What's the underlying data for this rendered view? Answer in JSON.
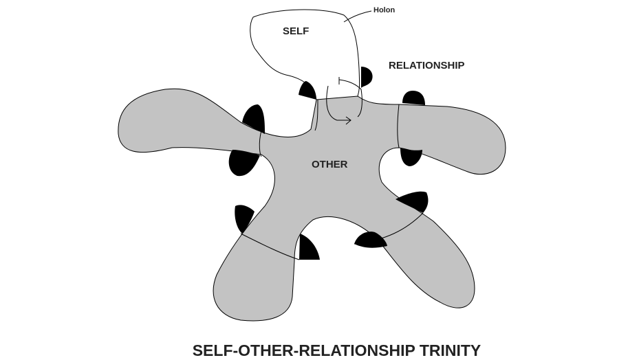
{
  "labels": {
    "self": "SELF",
    "other": "OTHER",
    "relationship": "RELATIONSHIP",
    "holon": "Holon"
  },
  "title": "SELF-OTHER-RELATIONSHIP TRINITY",
  "colors": {
    "other_fill": "#c3c3c3",
    "joint": "#000000",
    "outline": "#000000"
  }
}
